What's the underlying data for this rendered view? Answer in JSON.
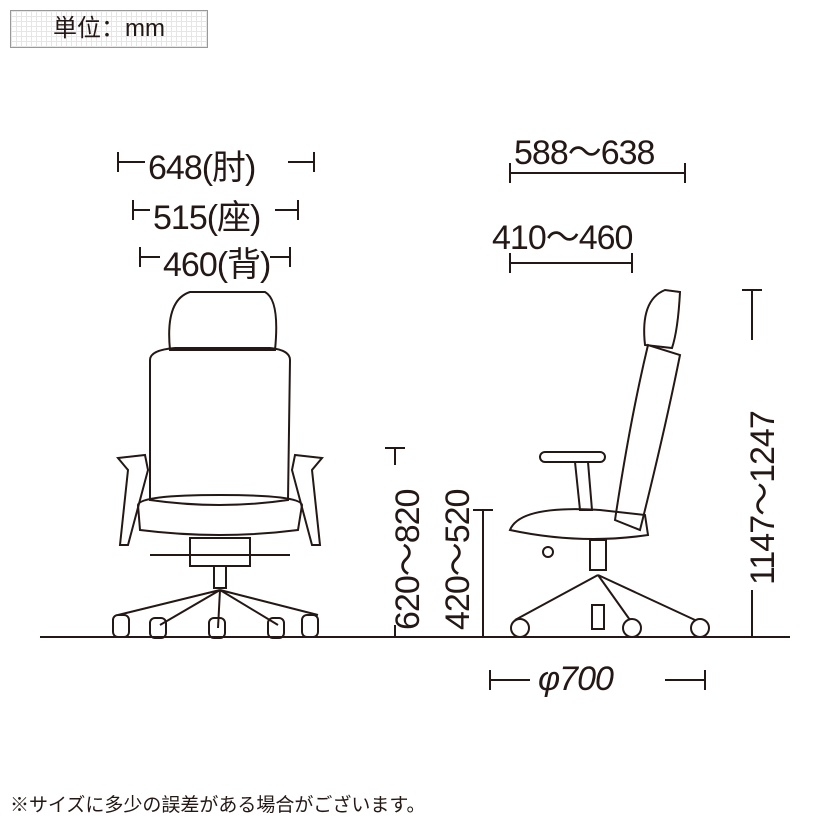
{
  "unit_label": "単位：mm",
  "front_view": {
    "armrest_width": "648(肘)",
    "seat_width": "515(座)",
    "back_width": "460(背)"
  },
  "side_view": {
    "depth_overall": "588〜638",
    "seat_depth": "410〜460",
    "base_diameter": "φ700",
    "total_height": "1147〜1247"
  },
  "heights": {
    "armrest_height": "620〜820",
    "seat_height": "420〜520"
  },
  "footnote": "※サイズに多少の誤差がある場合がございます。"
}
